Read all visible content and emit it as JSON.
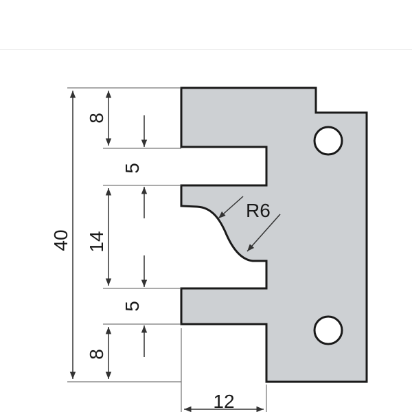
{
  "drawing": {
    "colors": {
      "profile_fill": "#cdd0d3",
      "outline": "#1a1a1a",
      "dimension_line": "#333333",
      "background": "#ffffff"
    },
    "dimensions": {
      "overall_height": "40",
      "top_shoulder": "8",
      "upper_slot": "5",
      "middle_section": "14",
      "lower_slot": "5",
      "bottom_shoulder": "8",
      "depth": "12",
      "radius": "R6"
    },
    "holes": 2
  }
}
